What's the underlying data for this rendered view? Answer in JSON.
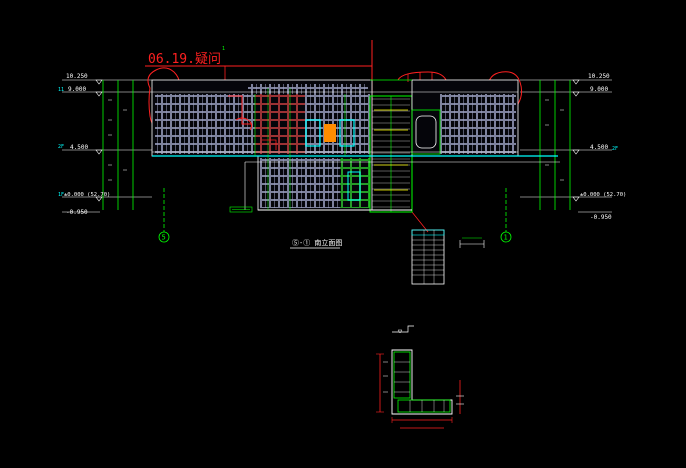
{
  "revision_note": "06.19.疑问",
  "levels_left": {
    "roof_top": "10.250",
    "roof": "9.000",
    "level2": "4.500",
    "ground": "±0.000 (52.70)",
    "base": "-0.950",
    "tag_top": "11",
    "tag_mid": "2F",
    "tag_bottom": "1F"
  },
  "levels_right": {
    "roof_top": "10.250",
    "roof": "9.000",
    "level2": "4.500",
    "ground": "±0.000 (52.70)",
    "base": "-0.950",
    "tag_mid": "2F"
  },
  "grid_left": "5",
  "grid_right": "1",
  "elevation_title": "⑤-① 南立面图",
  "cloud_tag": "1",
  "colors": {
    "background": "#000000",
    "white": "#ffffff",
    "red": "#ff0000",
    "green": "#00ff00",
    "cyan": "#00ffff",
    "yellow": "#ffff00",
    "orange": "#ff8c00"
  }
}
